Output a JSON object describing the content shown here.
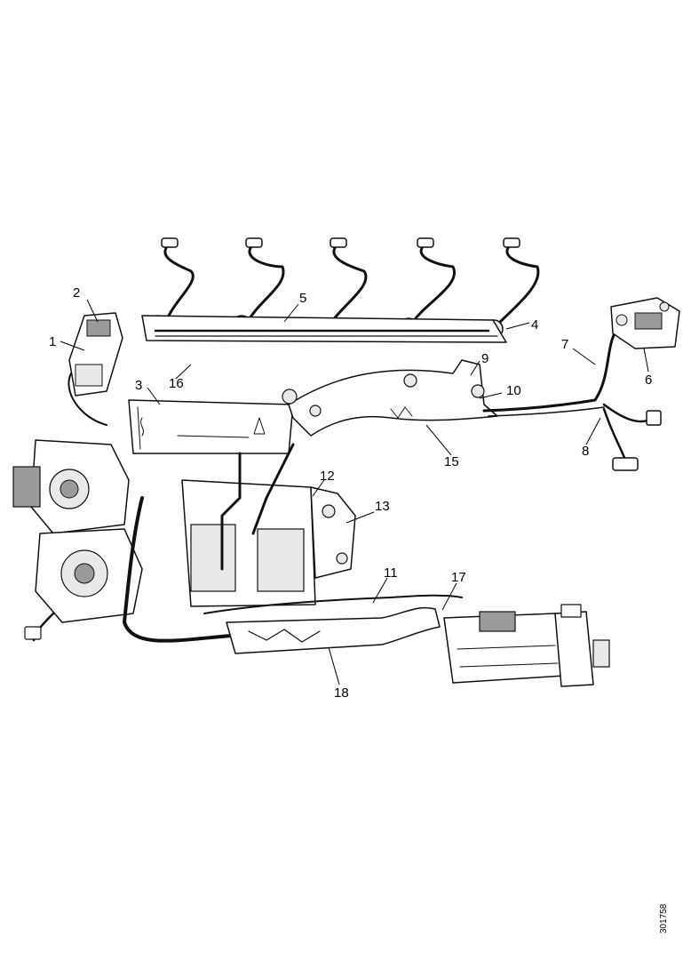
{
  "figure": {
    "code": "301758"
  },
  "callouts": [
    {
      "id": "1",
      "text": "1"
    },
    {
      "id": "2",
      "text": "2"
    },
    {
      "id": "3",
      "text": "3"
    },
    {
      "id": "4",
      "text": "4"
    },
    {
      "id": "5",
      "text": "5"
    },
    {
      "id": "6",
      "text": "6"
    },
    {
      "id": "7",
      "text": "7"
    },
    {
      "id": "8",
      "text": "8"
    },
    {
      "id": "9",
      "text": "9"
    },
    {
      "id": "10",
      "text": "10"
    },
    {
      "id": "11",
      "text": "11"
    },
    {
      "id": "12",
      "text": "12"
    },
    {
      "id": "13",
      "text": "13"
    },
    {
      "id": "15",
      "text": "15"
    },
    {
      "id": "16",
      "text": "16"
    },
    {
      "id": "17",
      "text": "17"
    },
    {
      "id": "18",
      "text": "18"
    }
  ]
}
